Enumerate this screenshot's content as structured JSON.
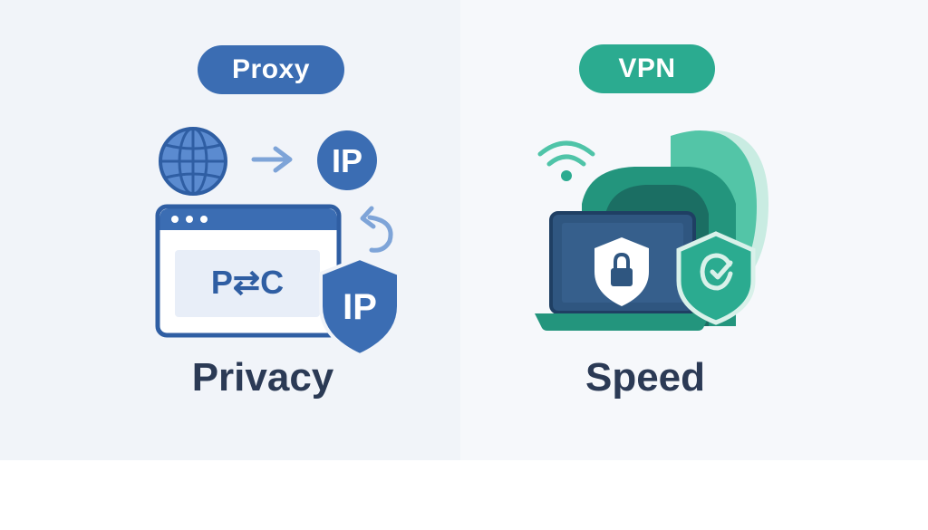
{
  "proxy": {
    "label": "Proxy",
    "ip_circle_text": "IP",
    "browser_text": "P⇄C",
    "shield_text": "IP",
    "caption": "Privacy",
    "accent": "#3b6db3"
  },
  "vpn": {
    "label": "VPN",
    "caption": "Speed",
    "accent": "#2bab90"
  },
  "icons": [
    "globe-icon",
    "arrow-right-icon",
    "ip-circle-icon",
    "browser-window-icon",
    "refresh-arrow-icon",
    "shield-icon",
    "wifi-icon",
    "tunnel-icon",
    "laptop-icon",
    "lock-shield-icon",
    "check-shield-icon"
  ]
}
